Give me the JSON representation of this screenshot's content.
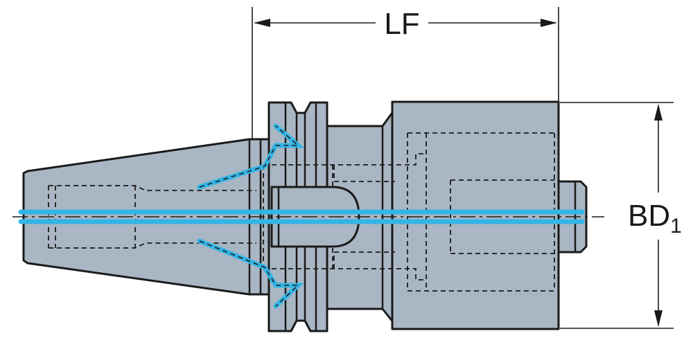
{
  "drawing": {
    "dimensions": {
      "length_label": "LF",
      "diameter_label_main": "BD",
      "diameter_label_sub": "1"
    },
    "colors": {
      "body": "#a9b6c3",
      "outline": "#1a1a1a",
      "coolant": "#33b5e5",
      "background": "#ffffff"
    }
  }
}
